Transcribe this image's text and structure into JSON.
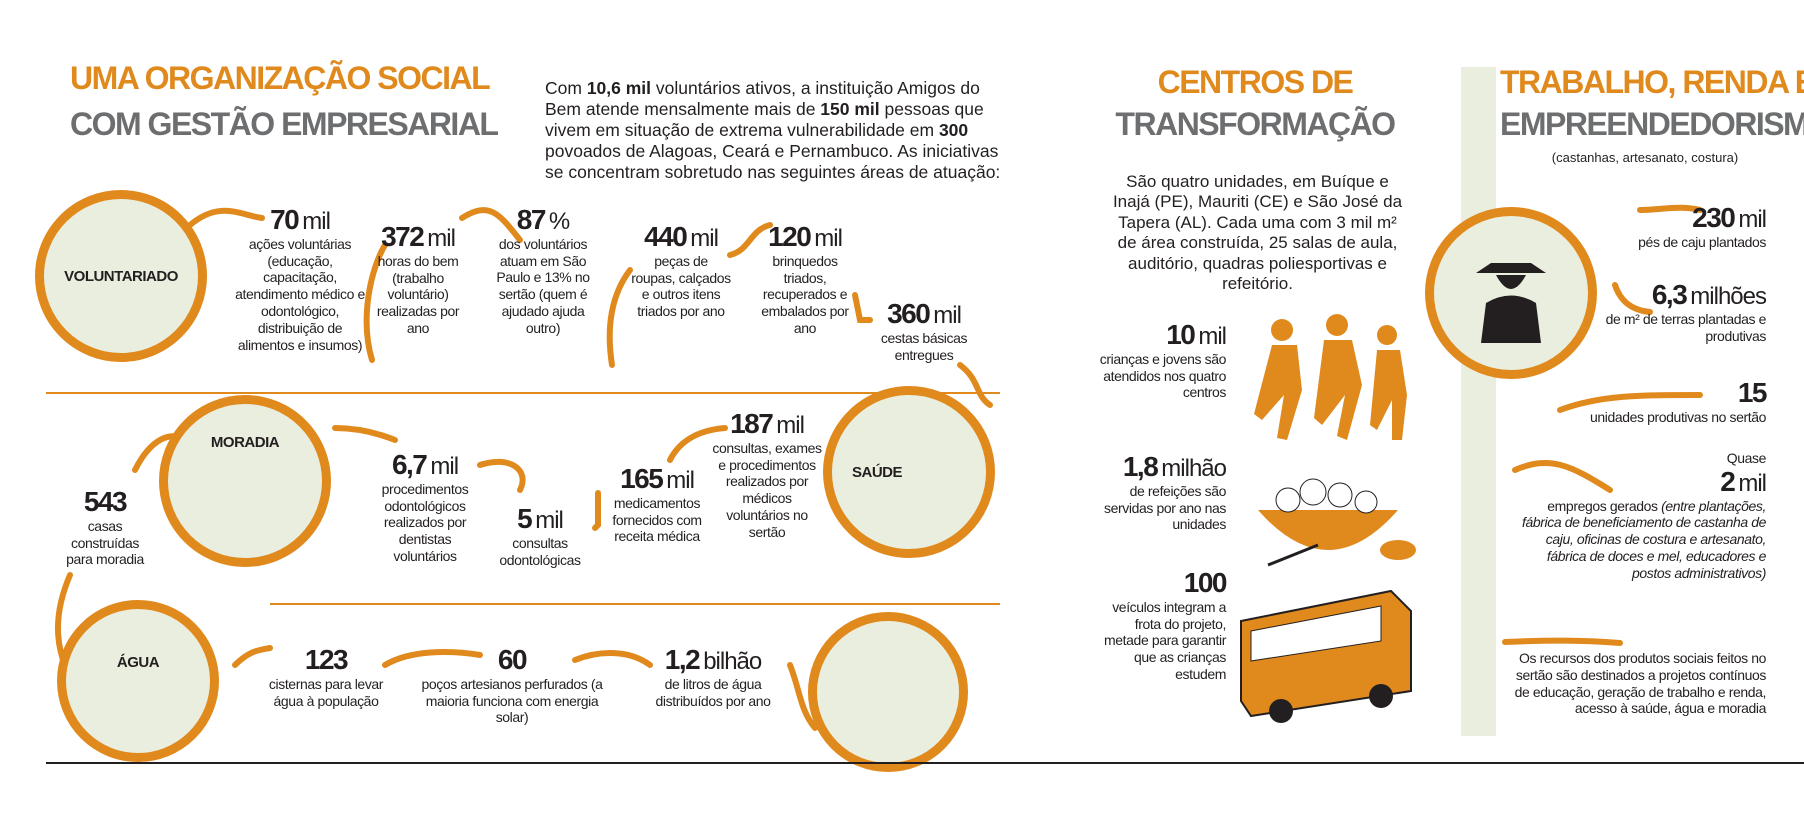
{
  "left": {
    "title_line1": "UMA ORGANIZAÇÃO SOCIAL",
    "title_line2": "COM GESTÃO EMPRESARIAL",
    "intro": {
      "p1": "Com ",
      "b1": "10,6 mil",
      "p2": " voluntários ativos, a instituição Amigos do Bem atende mensalmente mais de ",
      "b2": "150 mil",
      "p3": " pessoas que vivem em situação de extrema vulnerabilidade em ",
      "b3": "300",
      "p4": " povoados de Alagoas, Ceará e Pernambuco. As iniciativas se concentram sobretudo nas seguintes áreas de atuação:"
    },
    "circles": {
      "voluntariado": "VOLUNTARIADO",
      "moradia": "MORADIA",
      "saude": "SAÚDE",
      "agua": "ÁGUA"
    },
    "stats": {
      "s70": {
        "num": "70",
        "unit": "mil",
        "desc": "ações voluntárias (educação, capacitação, atendimento médico e odontológico, distribuição de alimentos e insumos)"
      },
      "s372": {
        "num": "372",
        "unit": "mil",
        "desc": "horas do bem (trabalho voluntário) realizadas por ano"
      },
      "s87": {
        "num": "87",
        "unit": "%",
        "desc": "dos voluntários atuam em São Paulo e 13% no sertão (quem é ajudado ajuda outro)"
      },
      "s440": {
        "num": "440",
        "unit": "mil",
        "desc": "peças de roupas, calçados e outros itens triados por ano"
      },
      "s120": {
        "num": "120",
        "unit": "mil",
        "desc": "brinquedos triados, recuperados e embalados por ano"
      },
      "s360": {
        "num": "360",
        "unit": "mil",
        "desc": "cestas básicas entregues"
      },
      "s187": {
        "num": "187",
        "unit": "mil",
        "desc": "consultas, exames e procedimentos realizados por médicos voluntários no sertão"
      },
      "s165": {
        "num": "165",
        "unit": "mil",
        "desc": "medicamentos fornecidos com receita médica"
      },
      "s5": {
        "num": "5",
        "unit": "mil",
        "desc": "consultas odontológicas"
      },
      "s67": {
        "num": "6,7",
        "unit": "mil",
        "desc": "procedimentos odontológicos realizados por dentistas voluntários"
      },
      "s543": {
        "num": "543",
        "unit": "",
        "desc": "casas construídas para moradia"
      },
      "s123": {
        "num": "123",
        "unit": "",
        "desc": "cisternas para levar água à população"
      },
      "s60": {
        "num": "60",
        "unit": "",
        "desc": "poços artesianos perfurados (a maioria funciona com energia solar)"
      },
      "s12": {
        "num": "1,2",
        "unit": "bilhão",
        "desc": "de litros de água distribuídos por ano"
      }
    }
  },
  "center": {
    "title_line1": "CENTROS DE",
    "title_line2": "TRANSFORMAÇÃO",
    "intro": "São quatro unidades, em Buíque e Inajá (PE), Mauriti (CE) e São José da Tapera (AL). Cada uma com 3 mil m² de área construída, 25 salas de aula, auditório, quadras poliesportivas e refeitório.",
    "stats": {
      "s10": {
        "num": "10",
        "unit": "mil",
        "desc": "crianças e jovens são atendidos nos quatro centros"
      },
      "s18": {
        "num": "1,8",
        "unit": "milhão",
        "desc": "de refeições são servidas por ano nas unidades"
      },
      "s100": {
        "num": "100",
        "unit": "",
        "desc": "veículos integram a frota do projeto, metade para garantir que as crianças estudem"
      }
    }
  },
  "right": {
    "title_line1": "TRABALHO, RENDA E",
    "title_line2": "EMPREENDEDORISMO",
    "subtitle": "(castanhas, artesanato, costura)",
    "stats": {
      "s230": {
        "num": "230",
        "unit": "mil",
        "desc": "pés de caju plantados"
      },
      "s63": {
        "num": "6,3",
        "unit": "milhões",
        "desc": "de m² de terras plantadas e produtivas"
      },
      "s15": {
        "num": "15",
        "unit": "",
        "desc": "unidades produtivas no sertão"
      },
      "s2": {
        "pre": "Quase",
        "num": "2",
        "unit": "mil",
        "desc": "empregos gerados",
        "detail": "(entre plantações, fábrica de beneficiamento de castanha de caju, oficinas de costura e artesanato, fábrica de doces e mel, educadores e postos administrativos)"
      },
      "recursos": "Os recursos dos produtos sociais feitos no sertão são destinados a projetos contínuos de educação, geração de trabalho e renda, acesso à saúde, água e moradia"
    }
  },
  "colors": {
    "accent": "#e08a1e",
    "circle_fill": "#eaeede",
    "title_grey": "#6d6e70",
    "text": "#231f20"
  }
}
